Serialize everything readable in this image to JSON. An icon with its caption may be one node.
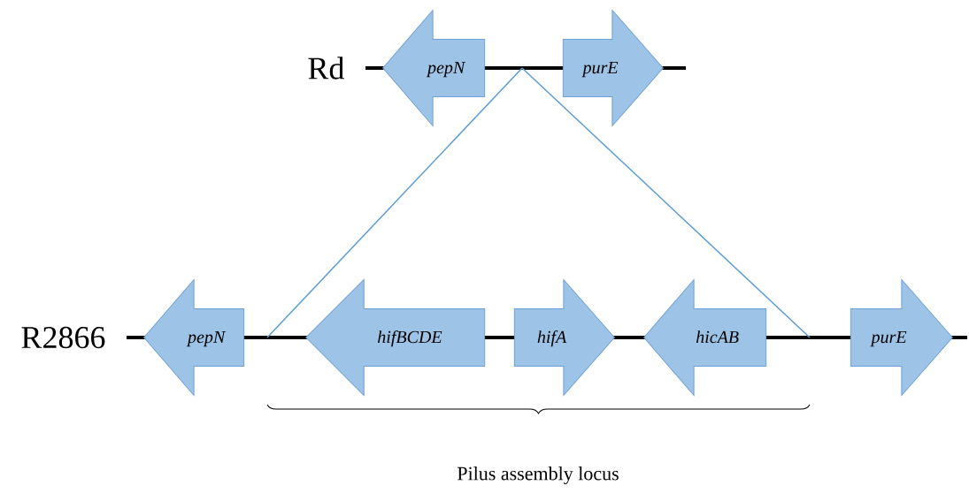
{
  "diagram": {
    "nodes": [
      {
        "text": [
          "pepN"
        ]
      },
      {
        "text": [
          "purE"
        ]
      },
      {
        "text": [
          "pepN"
        ]
      },
      {
        "text": [
          "hifBCDE"
        ]
      },
      {
        "text": [
          "hifA"
        ]
      },
      {
        "text": [
          "hicAB"
        ]
      },
      {
        "text": [
          "purE"
        ]
      }
    ],
    "labels": [
      "Rd",
      "R2866",
      "Pilus assembly locus"
    ]
  }
}
